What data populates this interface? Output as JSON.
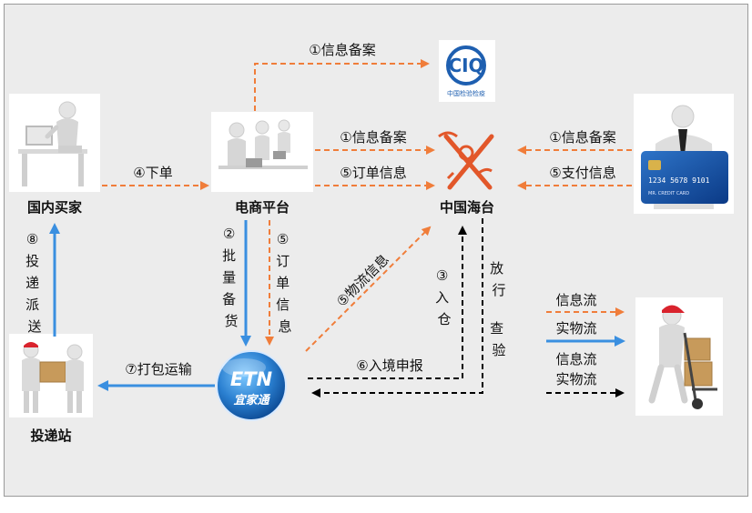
{
  "nodes": {
    "buyer": "国内买家",
    "platform": "电商平台",
    "customs": "中国海台",
    "station": "投递站",
    "ciq_caption": "中国检验检疫",
    "etn_logo": "ETN",
    "etn_sub": "宜家通",
    "card_number": "1234 5678 9101",
    "card_name": "MR. CREDIT CARD"
  },
  "edges": {
    "ciq_filing": "①信息备案",
    "platform_filing": "①信息备案",
    "platform_order": "⑤订单信息",
    "bank_filing": "①信息备案",
    "bank_payment": "⑤支付信息",
    "place_order": "④下单",
    "bulk_filing": [
      "②",
      "批",
      "量",
      "备",
      "货"
    ],
    "order_info_down": [
      "⑤",
      "订",
      "单",
      "信",
      "息"
    ],
    "logistics_info": "⑤物流信息",
    "into_warehouse": [
      "③",
      "入",
      "仓"
    ],
    "release": [
      "放",
      "行"
    ],
    "inspect": [
      "查",
      "验"
    ],
    "entry_declare": "⑥入境申报",
    "pack_ship": "⑦打包运输",
    "deliver": [
      "⑧",
      "投",
      "递",
      "派",
      "送"
    ]
  },
  "legend": [
    {
      "label": "信息流"
    },
    {
      "label": "实物流"
    },
    {
      "label": "信息流"
    },
    {
      "label": "实物流"
    }
  ],
  "colors": {
    "info": "#f07d3a",
    "physical": "#3a8fe0",
    "combined": "#000000",
    "frame": "#ececec"
  }
}
